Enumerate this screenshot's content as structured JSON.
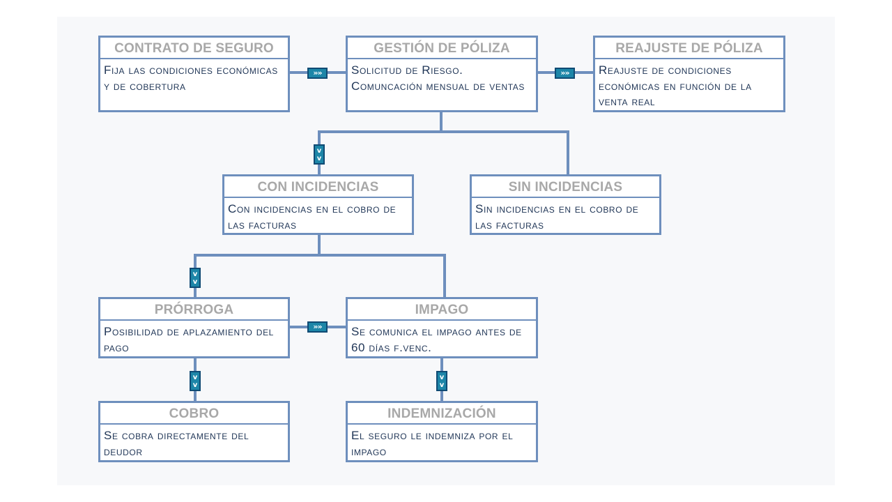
{
  "nodes": {
    "contrato": {
      "title": "CONTRATO DE SEGURO",
      "body": "Fija las condiciones económicas y de cobertura"
    },
    "gestion": {
      "title": "GESTIÓN DE PÓLIZA",
      "body": "Solicitud de Riesgo. Comuncación mensual de ventas"
    },
    "reajuste": {
      "title": "REAJUSTE DE PÓLIZA",
      "body": "Reajuste de condiciones económicas en función de la venta real"
    },
    "con_incidencias": {
      "title": "CON INCIDENCIAS",
      "body": "Con incidencias en el cobro de las facturas"
    },
    "sin_incidencias": {
      "title": "SIN INCIDENCIAS",
      "body": "Sin incidencias en el cobro de las facturas"
    },
    "prorroga": {
      "title": "PRÓRROGA",
      "body": "Posibilidad de aplazamiento del pago"
    },
    "impago": {
      "title": "IMPAGO",
      "body": "Se comunica el impago antes de 60 días f.venc."
    },
    "cobro": {
      "title": "COBRO",
      "body": "Se cobra directamente del deudor"
    },
    "indemnizacion": {
      "title": "INDEMNIZACIÓN",
      "body": "El seguro le indemniza por el impago"
    }
  },
  "arrows": {
    "horizontal_icon": "double-chevron-right-icon",
    "vertical_icon": "double-chevron-down-icon",
    "horizontal_glyph": "»»",
    "vertical_glyph": "v"
  },
  "colors": {
    "border": "#6e8fbd",
    "title_text": "#a8a8a8",
    "body_text": "#1f3556",
    "arrow_fill": "#1d86a8",
    "arrow_border": "#0f4a73"
  }
}
